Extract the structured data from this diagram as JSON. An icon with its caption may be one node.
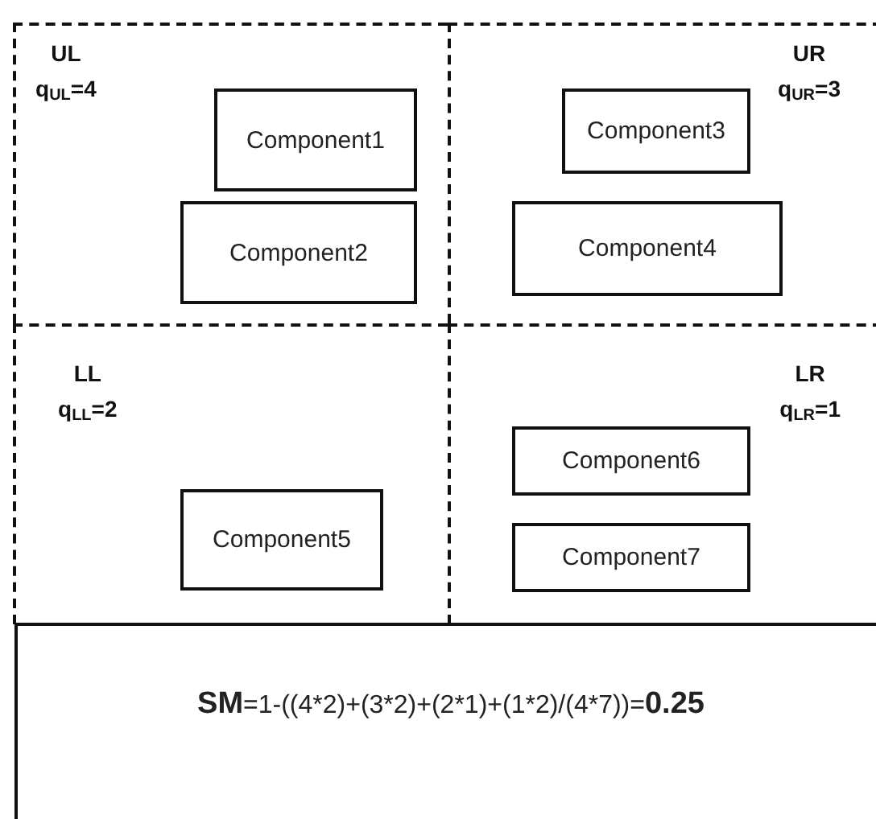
{
  "diagram": {
    "nodes": [
      {
        "text": [
          "UL",
          "q$_{UL}$=4"
        ]
      },
      {
        "text": [
          "Component1"
        ],
        "in": 0
      },
      {
        "text": [
          "Component2"
        ],
        "in": 0
      },
      {
        "text": [
          "UR",
          "q$_{UR}$=3"
        ]
      },
      {
        "text": [
          "Component3"
        ],
        "in": 3
      },
      {
        "text": [
          "Component4"
        ],
        "in": 3
      },
      {
        "text": [
          "LL",
          "q$_{LL}$=2"
        ]
      },
      {
        "text": [
          "Component5"
        ],
        "in": 6
      },
      {
        "text": [
          "LR",
          "q$_{LR}$=1"
        ]
      },
      {
        "text": [
          "Component6"
        ],
        "in": 8
      },
      {
        "text": [
          "Component7"
        ],
        "in": 8
      },
      {
        "text": [
          "**SM**=1-((4*2)+(3*2)+(2*1)+(1*2)/(4*7))=**0.25**"
        ]
      }
    ]
  }
}
